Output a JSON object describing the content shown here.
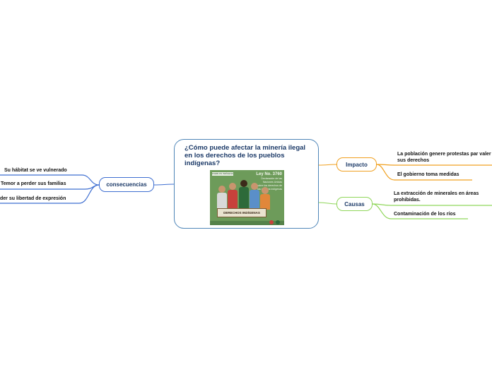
{
  "central": {
    "title": "¿Cómo puede afectar la minería ilegal en los derechos de los pueblos indígenas?",
    "poster": {
      "tag": "PUEBLOS INDÍGENAS",
      "law_number": "Ley No. 3760",
      "law_lines": [
        "Declaración de las",
        "Naciones Unidas",
        "sobre los derechos de",
        "los pueblos indígenas"
      ],
      "banner": "DERECHOS INDÍGENAS"
    }
  },
  "branches": {
    "consecuencias": {
      "label": "consecuencias",
      "color": "#3f6fd1",
      "items": [
        "Su hábitat se ve vulnerado",
        "Temor a perder sus familias",
        "der su libertad de expresión"
      ]
    },
    "impacto": {
      "label": "Impacto",
      "color": "#f0a020",
      "items": [
        "La población genere protestas par valer sus derechos",
        "El gobierno toma medidas"
      ]
    },
    "causas": {
      "label": "Causas",
      "color": "#8fd65a",
      "items": [
        "La extracción de minerales en áreas prohibidas.",
        "Contaminación de los ríos"
      ]
    }
  }
}
